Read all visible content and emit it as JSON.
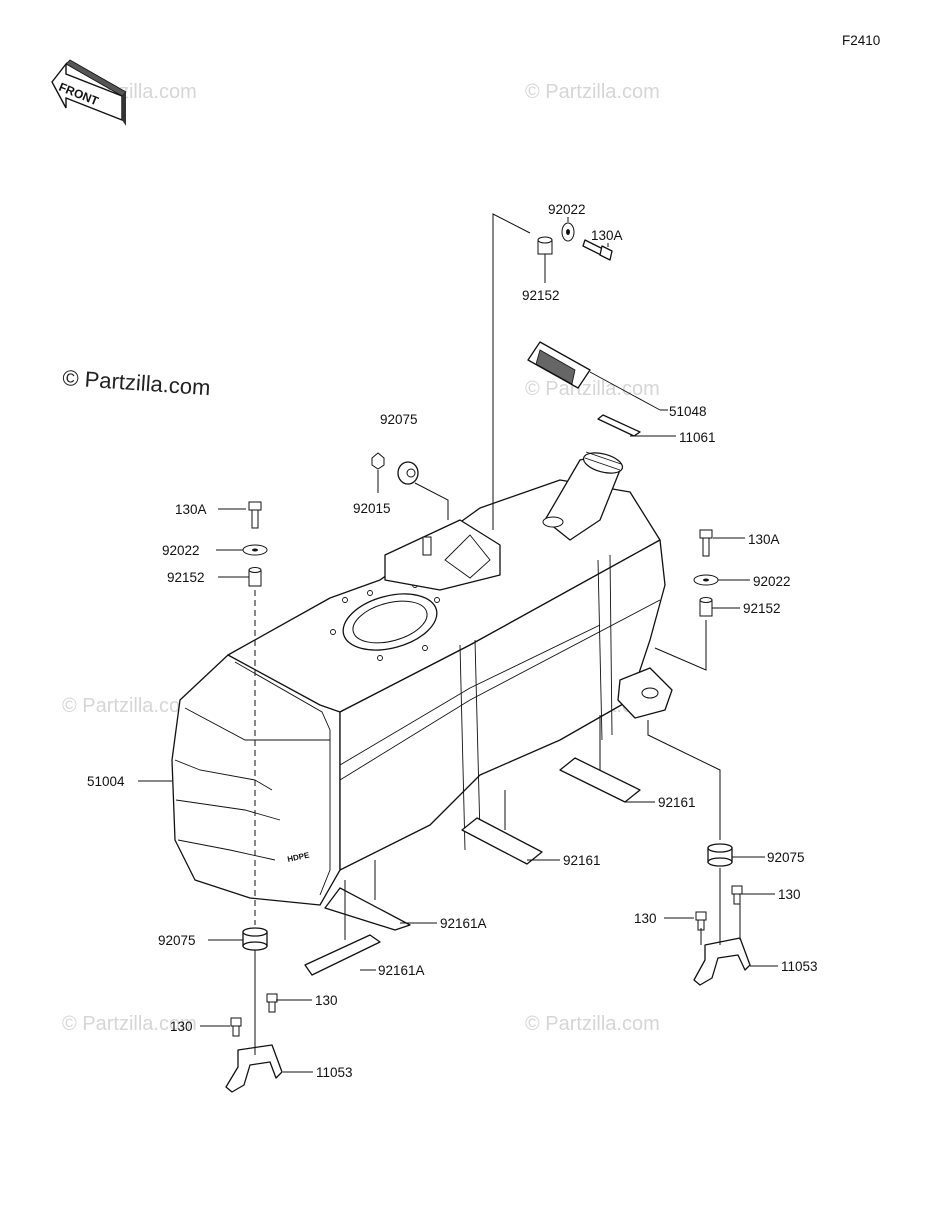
{
  "diagram_code": "F2410",
  "front_label": "FRONT",
  "watermark_text": "© Partzilla.com",
  "embossed_text": "HDPE",
  "callouts": {
    "c_92022_top": "92022",
    "c_130A_top": "130A",
    "c_92152_top": "92152",
    "c_51048": "51048",
    "c_11061": "11061",
    "c_92075_top": "92075",
    "c_92015": "92015",
    "c_130A_left": "130A",
    "c_92022_left": "92022",
    "c_92152_left": "92152",
    "c_130A_right": "130A",
    "c_92022_right": "92022",
    "c_92152_right": "92152",
    "c_51004": "51004",
    "c_92161_a": "92161",
    "c_92161_b": "92161",
    "c_92161A_a": "92161A",
    "c_92161A_b": "92161A",
    "c_92075_right": "92075",
    "c_130_right_a": "130",
    "c_130_right_b": "130",
    "c_11053_right": "11053",
    "c_92075_left": "92075",
    "c_130_left_a": "130",
    "c_130_left_b": "130",
    "c_11053_left": "11053"
  }
}
